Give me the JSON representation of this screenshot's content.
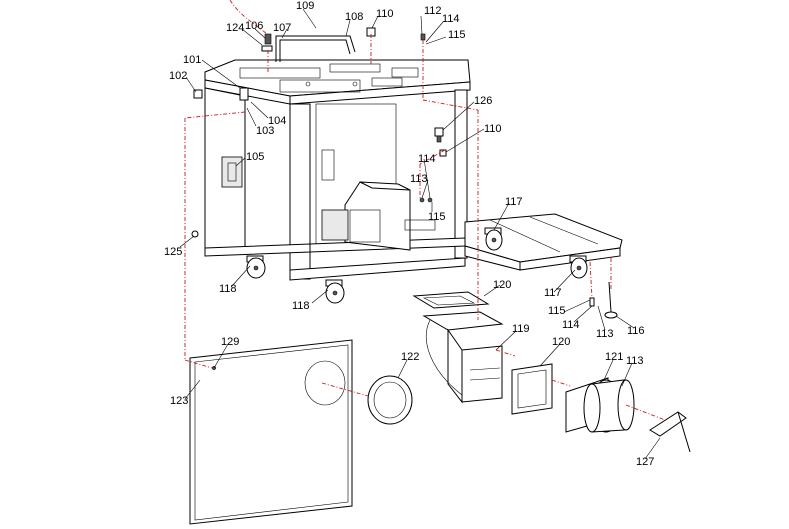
{
  "diagram": {
    "callouts": [
      "109",
      "112",
      "114",
      "124",
      "106",
      "107",
      "108",
      "110",
      "115",
      "101",
      "102",
      "126",
      "104",
      "103",
      "105",
      "113",
      "117",
      "125",
      "118",
      "120",
      "119",
      "116",
      "129",
      "122",
      "121",
      "123",
      "127"
    ]
  }
}
